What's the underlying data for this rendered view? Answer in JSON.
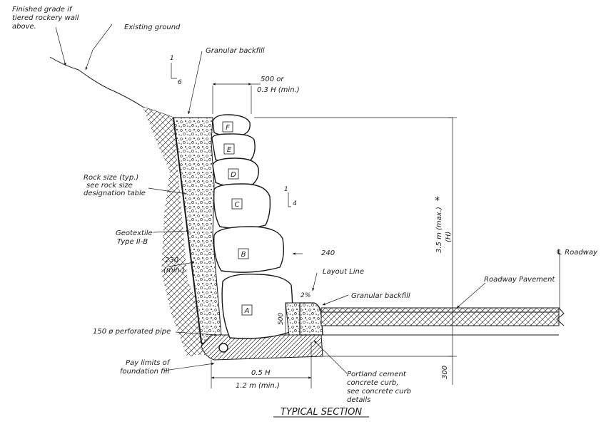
{
  "labels": {
    "finished_grade": [
      "Finished grade if",
      "tiered rockery wall",
      "above."
    ],
    "existing_ground": "Existing ground",
    "granular_backfill_top": "Granular backfill",
    "slope_top_rise": "1",
    "slope_top_run": "6",
    "dim_top_line1": "500 or",
    "dim_top_line2": "0.3 H (min.)",
    "rock_size": [
      "Rock size (typ.)",
      "see rock size",
      "designation table"
    ],
    "batter_rise": "1",
    "batter_run": "4",
    "geotextile": [
      "Geotextile",
      "Type II-B"
    ],
    "dim_230": "230",
    "dim_230_min": "(min.)",
    "dim_240": "240",
    "layout_line": "Layout Line",
    "grade_2pct": "2%",
    "granular_backfill_curb": "Granular backfill",
    "dim_500": "500",
    "perforated_pipe": "150 ø perforated pipe",
    "pay_limits": [
      "Pay limits of",
      "foundation fill"
    ],
    "dim_bottom_1": "0.5 H",
    "dim_bottom_2": "1.2 m (min.)",
    "portland": [
      "Portland cement",
      "concrete curb,",
      "see concrete curb",
      "details"
    ],
    "height_dim": "3.5 m (max.)",
    "height_star": "*",
    "height_h": "(H)",
    "dim_300": "300",
    "roadway_cl": "℄ Roadway",
    "roadway_pavement": "Roadway Pavement"
  },
  "rocks": [
    "F",
    "E",
    "D",
    "C",
    "B",
    "A"
  ],
  "title": "TYPICAL SECTION"
}
